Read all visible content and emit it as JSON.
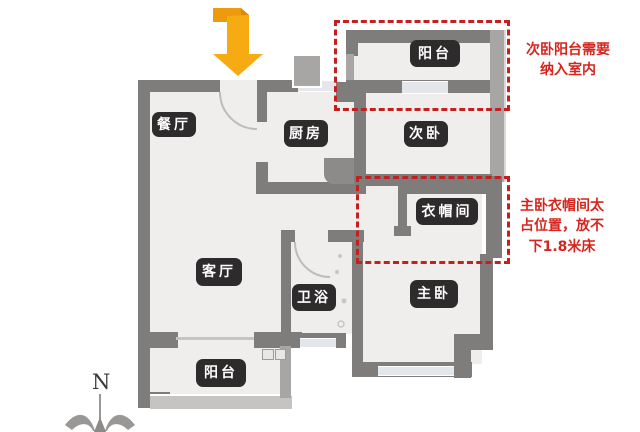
{
  "rooms": {
    "dining": "餐厅",
    "kitchen": "厨房",
    "balcony_top": "阳台",
    "bedroom2": "次卧",
    "cloakroom": "衣帽间",
    "living": "客厅",
    "bathroom": "卫浴",
    "master": "主卧",
    "balcony_bottom": "阳台"
  },
  "annotations": {
    "balcony_note": {
      "line1": "次卧阳台需要",
      "line2": "纳入室内"
    },
    "cloakroom_note": {
      "line1": "主卧衣帽间太",
      "line2": "占位置，放不",
      "line3": "下1.8米床"
    }
  },
  "compass": {
    "north_label": "N"
  },
  "icons": {
    "entry_arrow": "down-arrow",
    "compass": "compass-rose"
  },
  "colors": {
    "wall": "#7F7C7C",
    "wall_light": "#A8A5A5",
    "floor": "#EFEEEC",
    "annotation_red": "#D6251E",
    "dashed_box_red": "#C4201F",
    "arrow_orange": "#F6AB12",
    "label_badge": "#2D2B2B"
  }
}
